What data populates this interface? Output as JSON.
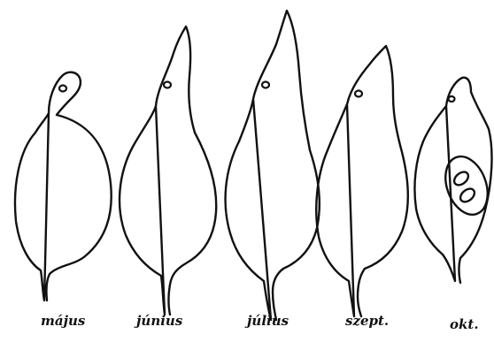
{
  "figure": {
    "stages": [
      {
        "label": "május"
      },
      {
        "label": "június"
      },
      {
        "label": "július"
      },
      {
        "label": "szept."
      },
      {
        "label": "okt."
      }
    ]
  }
}
